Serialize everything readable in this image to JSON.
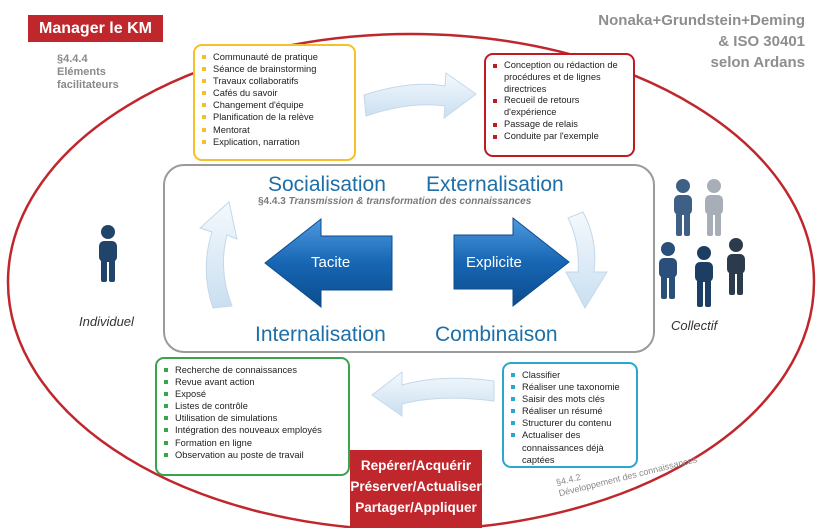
{
  "header": {
    "manager_label": "Manager le KM",
    "title_lines": [
      "Nonaka+Grundstein+Deming",
      "& ISO 30401",
      "selon Ardans"
    ],
    "facilitator_lines": [
      "§4.4.4",
      "Eléments",
      "facilitateurs"
    ]
  },
  "quadrants": {
    "socialisation": "Socialisation",
    "externalisation": "Externalisation",
    "internalisation": "Internalisation",
    "combinaison": "Combinaison"
  },
  "center": {
    "section_num": "§4.4.3",
    "section_text": "Transmission & transformation des connaissances",
    "tacit_label": "Tacite",
    "explicit_label": "Explicite"
  },
  "sides": {
    "individual": "Individuel",
    "collective": "Collectif"
  },
  "boxes": {
    "socialisation_items": [
      "Communauté de pratique",
      "Séance de brainstorming",
      "Travaux collaboratifs",
      "Cafés du savoir",
      "Changement d'équipe",
      "Planification de la relève",
      "Mentorat",
      "Explication, narration"
    ],
    "externalisation_items": [
      "Conception ou rédaction de procédures et de lignes directrices",
      "Recueil de retours d'expérience",
      "Passage de relais",
      "Conduite par l'exemple"
    ],
    "internalisation_items": [
      "Recherche de connaissances",
      "Revue avant action",
      "Exposé",
      "Listes de contrôle",
      "Utilisation de simulations",
      "Intégration des nouveaux employés",
      "Formation en ligne",
      "Observation au poste de travail"
    ],
    "combinaison_items": [
      "Classifier",
      "Réaliser une taxonomie",
      "Saisir des mots clés",
      "Réaliser un résumé",
      "Structurer du contenu",
      "Actualiser des connaissances déjà captées"
    ]
  },
  "bottom": {
    "cycle_lines": [
      "Repérer/Acquérir",
      "Préserver/Actualiser",
      "Partager/Appliquer"
    ],
    "dev_num": "§4.4.2",
    "dev_text": "Développement des connaissances"
  },
  "colors": {
    "red": "#c0272d",
    "yellow": "#f5c02b",
    "green": "#3aa44a",
    "blue_box": "#2aa6cf",
    "quadrant_text": "#1e6fa8",
    "arrow_blue": "#1a66b0",
    "person_blue": "#20446a"
  }
}
